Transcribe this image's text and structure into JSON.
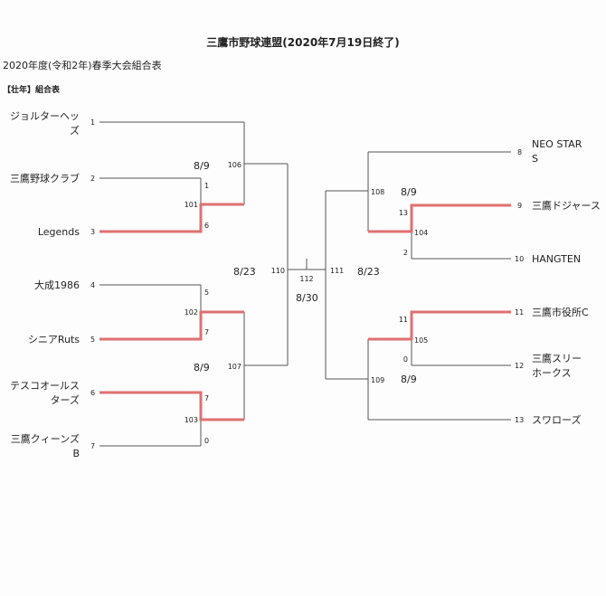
{
  "header": {
    "title": "三鷹市野球連盟(2020年7月19日終了)",
    "subtitle": "2020年度(令和2年)春季大会組合表",
    "section": "【壮年】組合表"
  },
  "teams": {
    "t1a": "ジョルターヘッ",
    "t1b": "ズ",
    "t2": "三鷹野球クラブ",
    "t3": "Legends",
    "t4": "大成1986",
    "t5": "シニアRuts",
    "t6a": "テスコオールス",
    "t6b": "ターズ",
    "t7a": "三鷹クィーンズ",
    "t7b": "B",
    "t8a": "NEO STAR",
    "t8b": "S",
    "t9": "三鷹ドジャース",
    "t10": "HANGTEN",
    "t11": "三鷹市役所C",
    "t12a": "三鷹スリー",
    "t12b": "ホークス",
    "t13": "スワローズ"
  },
  "seeds": [
    "1",
    "2",
    "3",
    "4",
    "5",
    "6",
    "7",
    "8",
    "9",
    "10",
    "11",
    "12",
    "13"
  ],
  "matches": {
    "m101": "101",
    "m102": "102",
    "m103": "103",
    "m104": "104",
    "m105": "105",
    "m106": "106",
    "m107": "107",
    "m108": "108",
    "m109": "109",
    "m110": "110",
    "m111": "111",
    "m112": "112"
  },
  "scores": {
    "m101_top": "1",
    "m101_bot": "6",
    "m102_top": "5",
    "m102_bot": "7",
    "m103_top": "7",
    "m103_bot": "0",
    "m104_top": "13",
    "m104_bot": "2",
    "m105_top": "11",
    "m105_bot": "0"
  },
  "dates": {
    "left_top": "8/9",
    "left_bottom": "8/9",
    "left_semi": "8/23",
    "final": "8/30",
    "right_semi": "8/23",
    "right_top": "8/9",
    "right_bottom": "8/9"
  }
}
